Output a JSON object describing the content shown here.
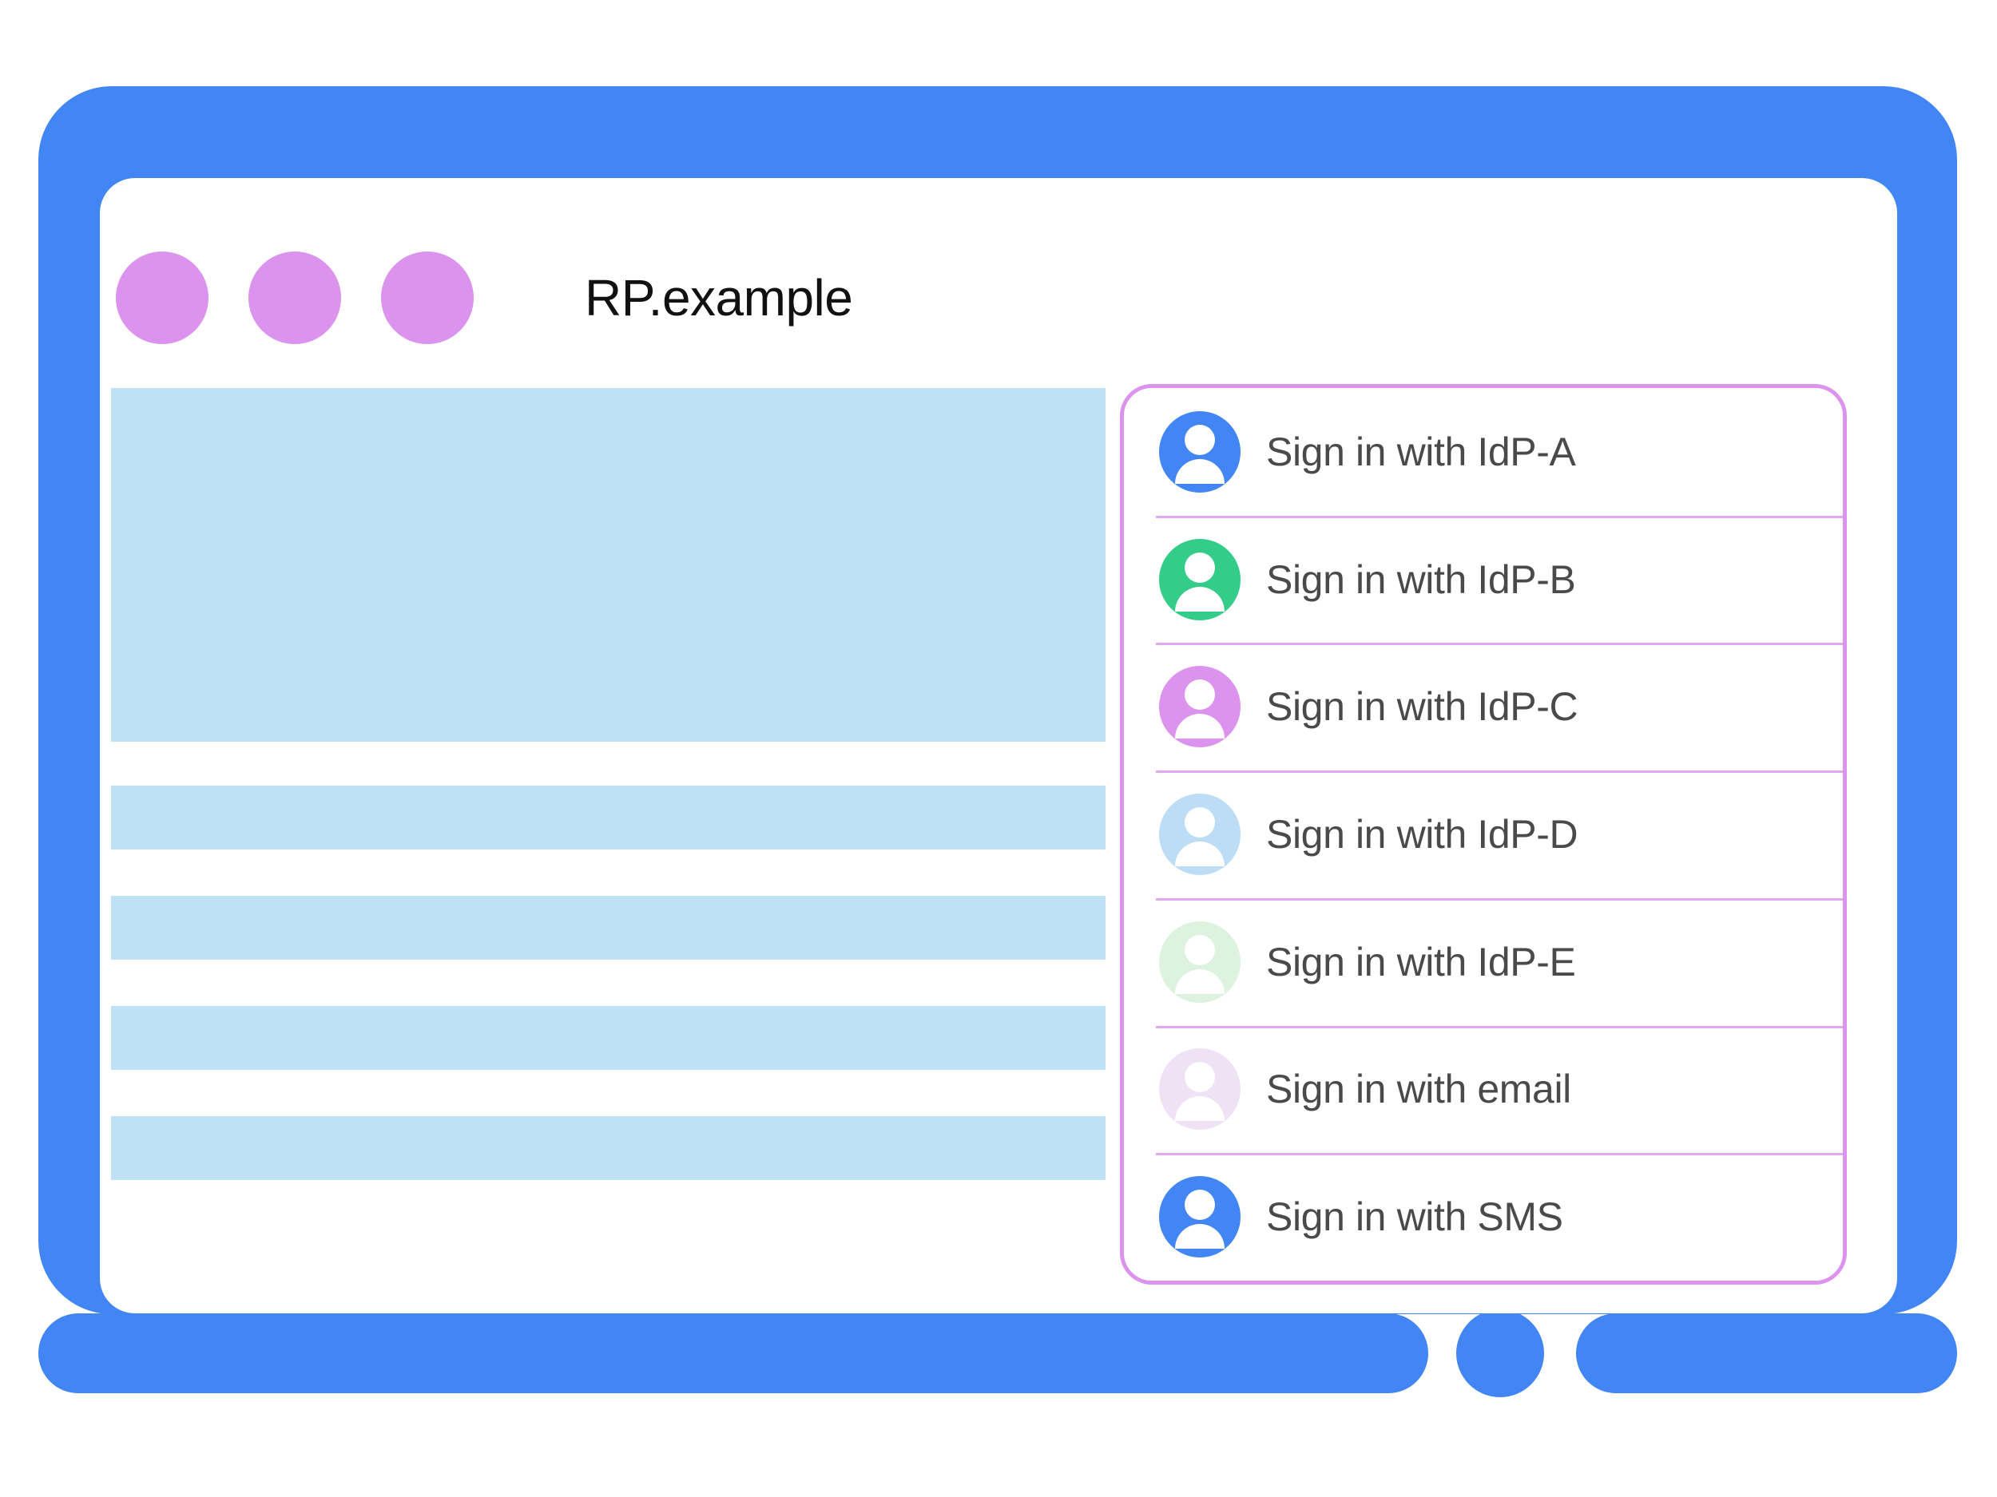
{
  "window": {
    "title": "RP.example",
    "controls": [
      {
        "name": "window-dot-1",
        "color": "#DB93EE"
      },
      {
        "name": "window-dot-2",
        "color": "#DB93EE"
      },
      {
        "name": "window-dot-3",
        "color": "#DB93EE"
      }
    ]
  },
  "frame": {
    "bezel_color": "#4285F4",
    "screen_color": "#FFFFFF",
    "home_button": "home-button"
  },
  "page_content": {
    "placeholder_color": "#BFE1F5",
    "blocks": [
      {
        "name": "hero-placeholder",
        "kind": "hero"
      },
      {
        "name": "text-placeholder-1",
        "kind": "bar"
      },
      {
        "name": "text-placeholder-2",
        "kind": "bar"
      },
      {
        "name": "text-placeholder-3",
        "kind": "bar"
      },
      {
        "name": "text-placeholder-4",
        "kind": "bar"
      }
    ]
  },
  "account_chooser": {
    "border_color": "#DB93EE",
    "separator_color": "#E0A9F0",
    "label_color": "#4A4A4A",
    "options": [
      {
        "label": "Sign in with IdP-A",
        "avatar_color": "#4285F4",
        "avatar_icon": "person-avatar-icon"
      },
      {
        "label": "Sign in with IdP-B",
        "avatar_color": "#33CC88",
        "avatar_icon": "person-avatar-icon"
      },
      {
        "label": "Sign in with IdP-C",
        "avatar_color": "#DB93EE",
        "avatar_icon": "person-avatar-icon"
      },
      {
        "label": "Sign in with IdP-D",
        "avatar_color": "#BCDDF5",
        "avatar_icon": "person-avatar-icon"
      },
      {
        "label": "Sign in with IdP-E",
        "avatar_color": "#DDF2DF",
        "avatar_icon": "person-avatar-icon"
      },
      {
        "label": "Sign in with email",
        "avatar_color": "#EFE2F5",
        "avatar_icon": "person-avatar-icon"
      },
      {
        "label": "Sign in with SMS",
        "avatar_color": "#4285F4",
        "avatar_icon": "person-avatar-icon"
      }
    ]
  }
}
